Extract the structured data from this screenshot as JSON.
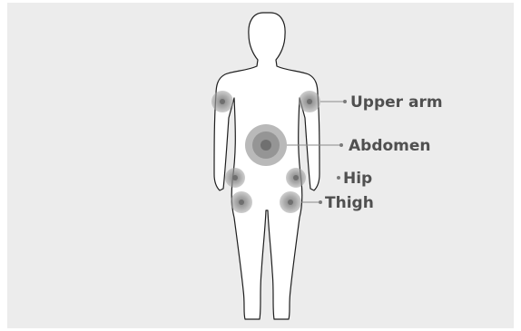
{
  "labels": {
    "upper_arm": "Upper arm",
    "abdomen": "Abdomen",
    "hip": "Hip",
    "thigh": "Thigh"
  },
  "colors": {
    "background": "#ececec",
    "body_fill": "#ffffff",
    "body_outline": "#1e1e1e",
    "marker": "#8a8a8a",
    "text": "#505050"
  }
}
